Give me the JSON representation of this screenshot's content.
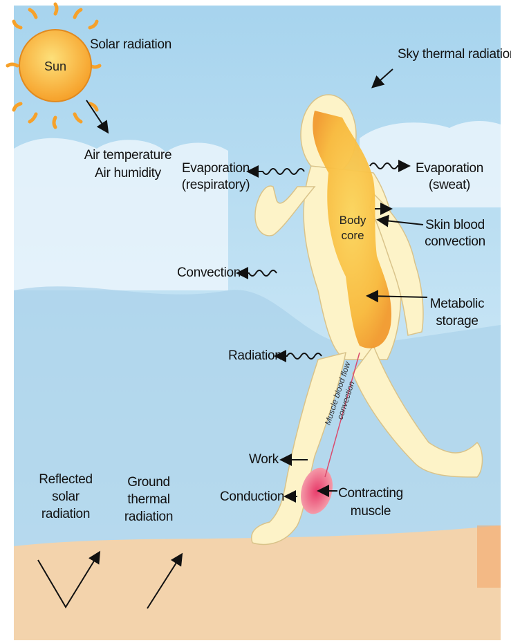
{
  "sun": {
    "label": "Sun"
  },
  "labels": {
    "solar_radiation": "Solar radiation",
    "sky_thermal_radiation": "Sky thermal radiation",
    "air_temperature": "Air temperature",
    "air_humidity": "Air humidity",
    "evap_resp_1": "Evaporation",
    "evap_resp_2": "(respiratory)",
    "evap_sweat_1": "Evaporation",
    "evap_sweat_2": "(sweat)",
    "body_core_1": "Body",
    "body_core_2": "core",
    "skin_blood_1": "Skin blood",
    "skin_blood_2": "convection",
    "convection": "Convection",
    "metabolic_1": "Metabolic",
    "metabolic_2": "storage",
    "radiation": "Radiation",
    "muscle_flow_1": "Muscle blood flow",
    "muscle_flow_2": "convection",
    "work": "Work",
    "conduction": "Conduction",
    "contracting_1": "Contracting",
    "contracting_2": "muscle",
    "reflected_1": "Reflected",
    "reflected_2": "solar",
    "reflected_3": "radiation",
    "ground_1": "Ground",
    "ground_2": "thermal",
    "ground_3": "radiation"
  },
  "colors": {
    "sky": "#bfe0f2",
    "ground": "#f3d3ac",
    "body": "#fdf3c8",
    "core": "#f7c24a",
    "muscle": "#e8507a",
    "sun": "#f8b53a"
  }
}
